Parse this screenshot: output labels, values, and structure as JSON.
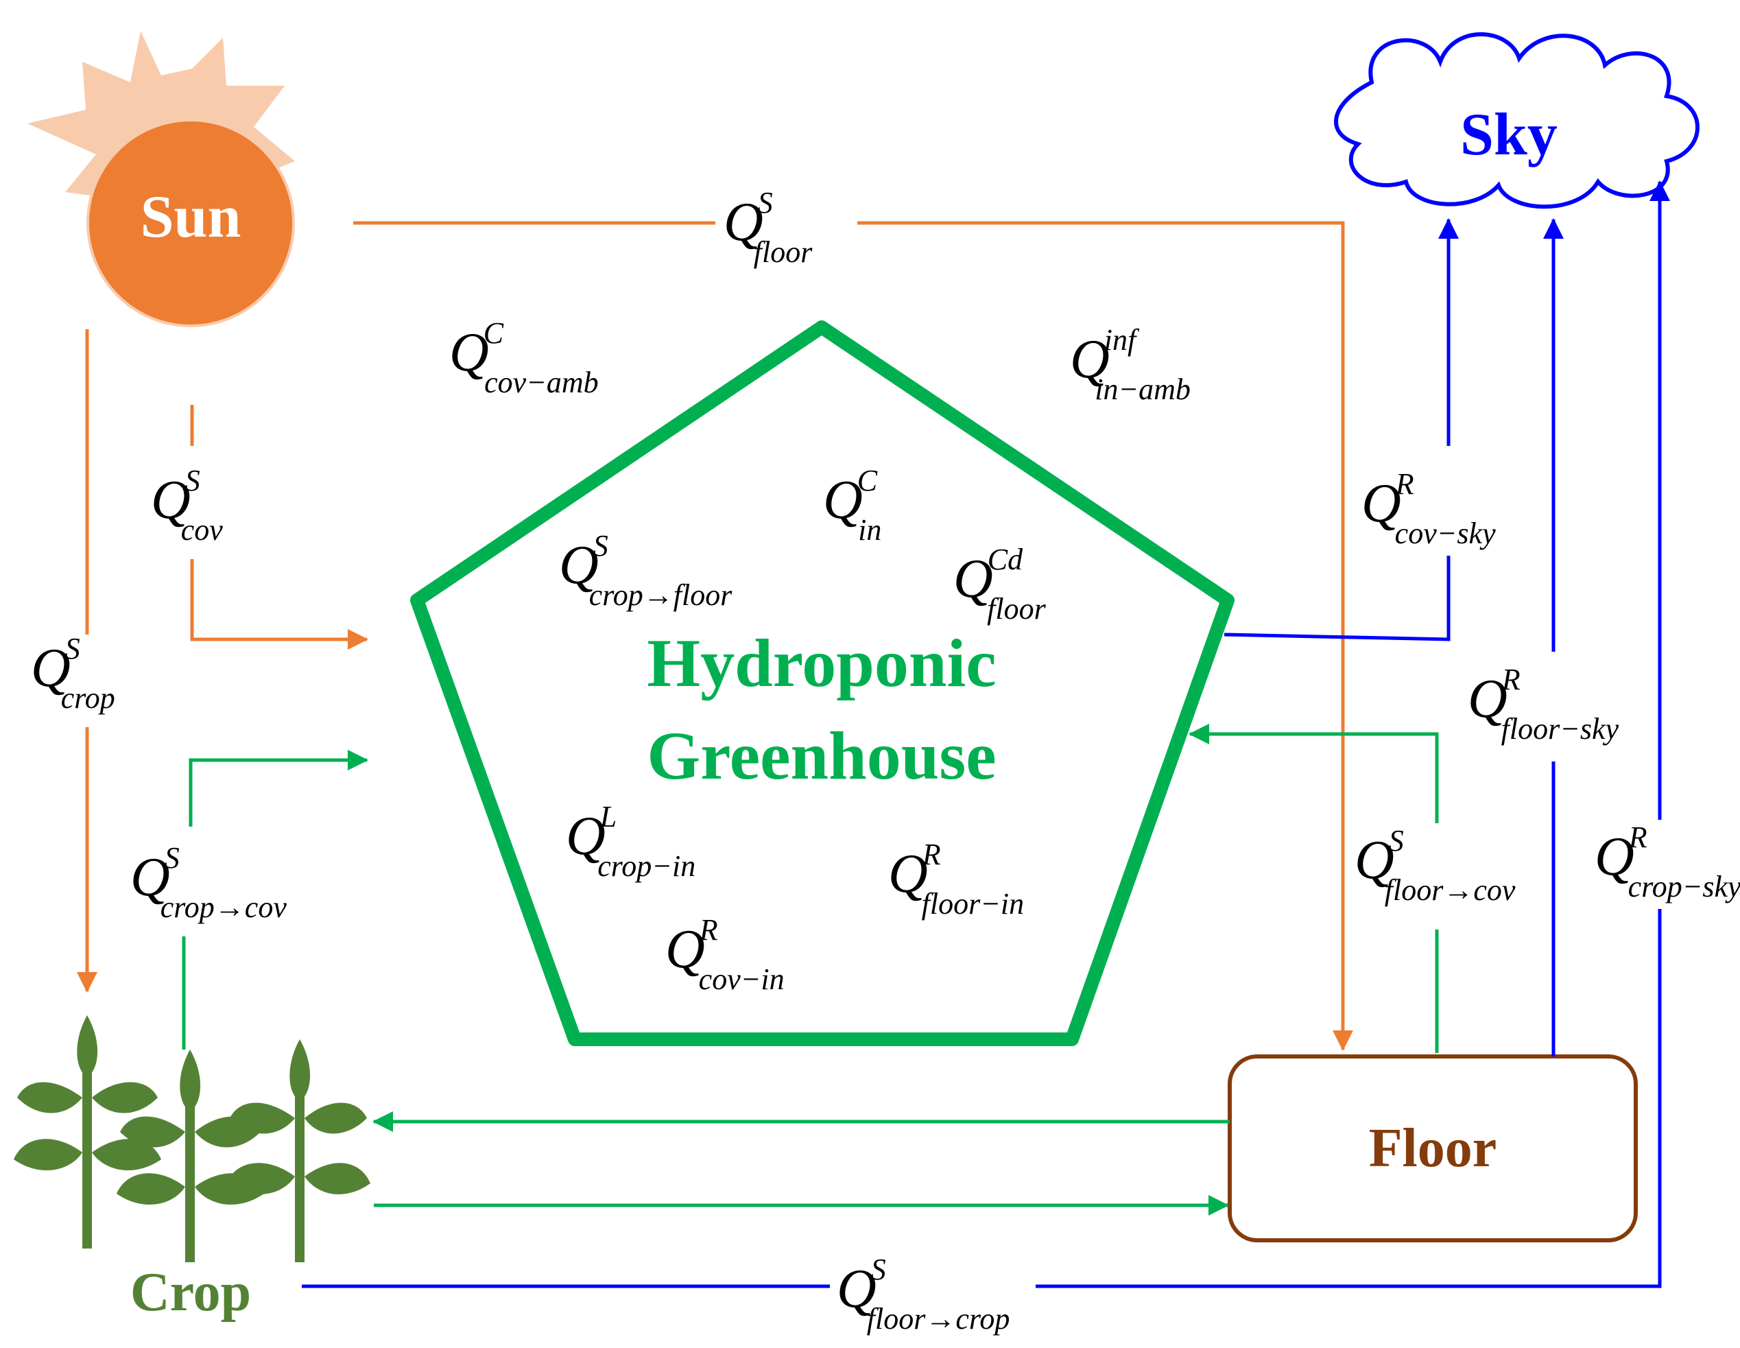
{
  "nodes": {
    "sun": "Sun",
    "sky": "Sky",
    "greenhouse_line1": "Hydroponic",
    "greenhouse_line2": "Greenhouse",
    "floor": "Floor",
    "crop": "Crop"
  },
  "colors": {
    "sun_core": "#ED7D31",
    "sun_rays": "#F8CBAD",
    "solar": "#ED7D31",
    "sky": "#0000FF",
    "greenhouse": "#00B050",
    "floor": "#843C0C",
    "crop": "#548235"
  },
  "flux_labels": {
    "floor_s": {
      "sym": "Q",
      "sup": "S",
      "sub": "floor"
    },
    "cov_amb_c": {
      "sym": "Q",
      "sup": "C",
      "sub": "cov−amb"
    },
    "in_amb_inf": {
      "sym": "Q",
      "sup": "inf",
      "sub": "in−amb"
    },
    "cov_s": {
      "sym": "Q",
      "sup": "S",
      "sub": "cov"
    },
    "in_c": {
      "sym": "Q",
      "sup": "C",
      "sub": "in"
    },
    "crop_floor_s": {
      "sym": "Q",
      "sup": "S",
      "sub": "crop→floor"
    },
    "floor_cd": {
      "sym": "Q",
      "sup": "Cd",
      "sub": "floor"
    },
    "cov_sky_r": {
      "sym": "Q",
      "sup": "R",
      "sub": "cov−sky"
    },
    "crop_s": {
      "sym": "Q",
      "sup": "S",
      "sub": "crop"
    },
    "floor_sky_r": {
      "sym": "Q",
      "sup": "R",
      "sub": "floor−sky"
    },
    "crop_in_l": {
      "sym": "Q",
      "sup": "L",
      "sub": "crop−in"
    },
    "crop_cov_s": {
      "sym": "Q",
      "sup": "S",
      "sub": "crop→cov"
    },
    "floor_in_r": {
      "sym": "Q",
      "sup": "R",
      "sub": "floor−in"
    },
    "floor_cov_s": {
      "sym": "Q",
      "sup": "S",
      "sub": "floor→cov"
    },
    "crop_sky_r": {
      "sym": "Q",
      "sup": "R",
      "sub": "crop−sky"
    },
    "cov_in_r": {
      "sym": "Q",
      "sup": "R",
      "sub": "cov−in"
    },
    "floor_crop_s": {
      "sym": "Q",
      "sup": "S",
      "sub": "floor→crop"
    }
  }
}
